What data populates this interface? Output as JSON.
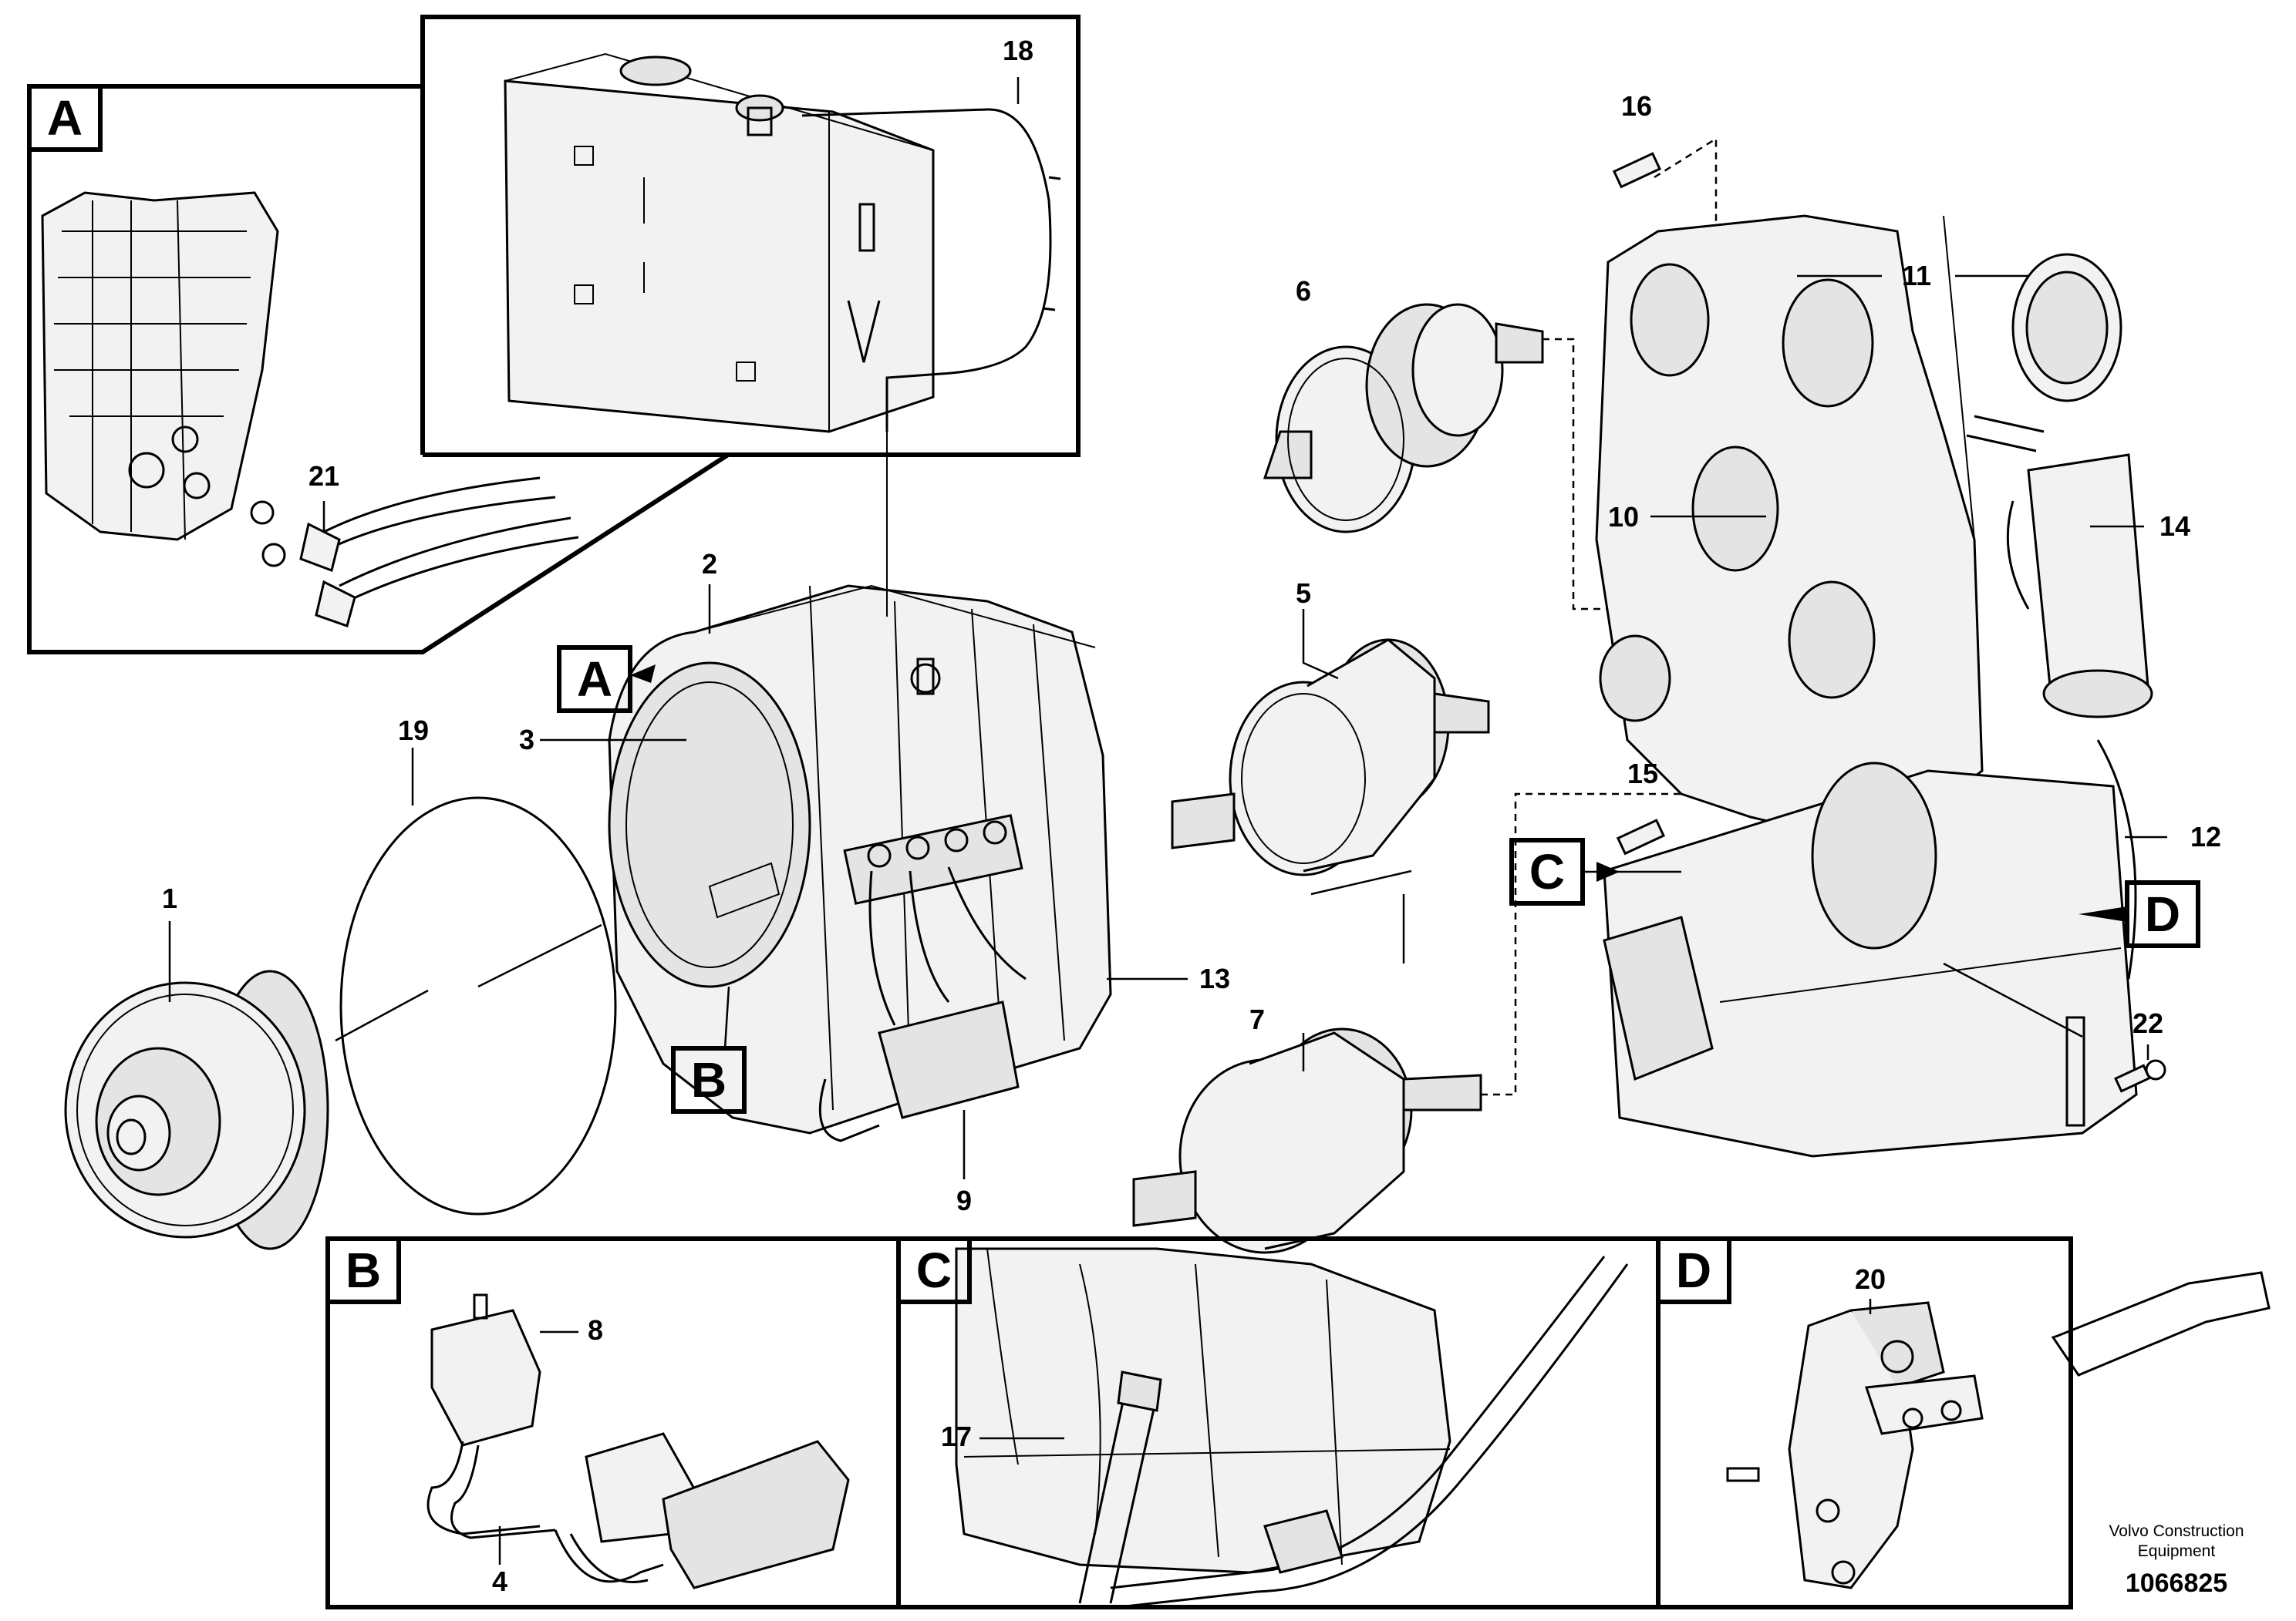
{
  "callouts": {
    "c1": "1",
    "c2": "2",
    "c3": "3",
    "c4": "4",
    "c5": "5",
    "c6": "6",
    "c7": "7",
    "c8": "8",
    "c9": "9",
    "c10": "10",
    "c11": "11",
    "c12": "12",
    "c13": "13",
    "c14": "14",
    "c15": "15",
    "c16": "16",
    "c17": "17",
    "c18": "18",
    "c19": "19",
    "c20": "20",
    "c21": "21",
    "c22": "22"
  },
  "detail_tags": {
    "a": "A",
    "b": "B",
    "c": "C",
    "d": "D"
  },
  "credit": {
    "line1": "Volvo Construction",
    "line2": "Equipment"
  },
  "doc_id": "1066825",
  "icons": {
    "direction": "front-direction-arrow-icon"
  },
  "colors": {
    "ink": "#000000",
    "paper": "#ffffff"
  }
}
